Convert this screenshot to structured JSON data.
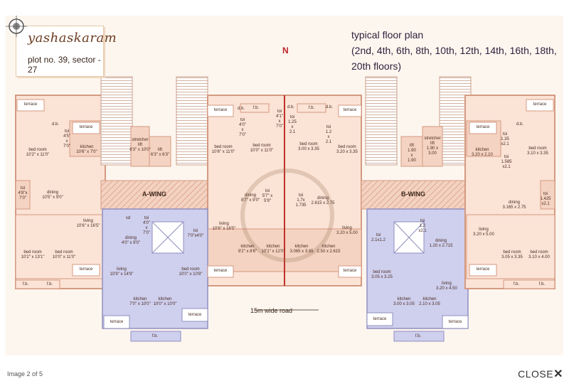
{
  "plan": {
    "brand": "yashaskaram",
    "address": "plot no. 39, sector - 27",
    "title_line1": "typical floor plan",
    "title_line2": "(2nd, 4th, 6th, 8th, 10th, 12th, 14th, 16th, 18th, 20th floors)",
    "north": "N",
    "road": "15m wide road",
    "wing_a": "A-WING",
    "wing_b": "B-WING",
    "rooms": {
      "a_terrace": "terrace",
      "a_bed1": "bed room\n10'2\" x 11'0\"",
      "a_db": "d.b.",
      "a_toi1": "toi\n4'5\"\nx\n7'0\"",
      "a_terrace2": "terrace",
      "a_kitchen": "kitchen\n10'6\" x 7'0\"",
      "a_toi2": "toi\n4'8\"x\n7'0\"",
      "a_dining": "dining\n10'5\" x 9'0\"",
      "a_living": "living\n10'6\" x 16'5\"",
      "a_bed2": "bed room\n10'2\" x 13'1\"",
      "a_bed3": "bed room\n10'0\" x 11'0\"",
      "a_fb1": "f.b.",
      "a_fb2": "f.b.",
      "a_terrace3": "terrace",
      "stretcher_lift": "stretcher\nlift\n6'3\" x 10'0\"",
      "lift": "lift\n6'3\" x 6'3\"",
      "c_bed1": "bed room\n10'6\" x 11'0\"",
      "c_db1": "d.b.",
      "c_toi1": "toi\n4'0\"\nx\n7'0\"",
      "c_bed2": "bed room\n10'0\" x 11'0\"",
      "c_toi2": "toi\n4'1\"\nx\n7'0\"",
      "c_fb": "f.b.",
      "c_db2": "d.b.",
      "c_fb2": "f.b.",
      "c_db3": "d.b.",
      "c_toi3": "toi\n1.25\nx\n2.1",
      "c_bed3": "bed room\n3.00 x 3.35",
      "c_toi4": "toi\n1.2\nx\n2.1",
      "c_terrace1": "terrace",
      "c_terrace2": "terrace",
      "c_bed4": "bed room\n3.20 x 3.35",
      "c_dining1": "dining\n8'7\" x 9'0\"",
      "c_toi5": "toi\n5'7\" x\n5'9\"",
      "c_toi6": "toi\n1.7x\n1.735",
      "c_dining2": "dining\n2.615 x 2.75",
      "c_living1": "living\n10'6\" x 16'5\"",
      "c_living2": "living\n3.20 x 5.00",
      "c_kitchen1": "kitchen\n9'2\" x 8'6\"",
      "c_kitchen2": "kitchen\n10'1\" x 12'0\"",
      "c_kitchen3": "kitchen\n3.065 x 3.65",
      "c_kitchen4": "kitchen\n2.50 x 2.615",
      "c_terrace3": "terrace",
      "c_terrace4": "terrace",
      "a2_sd": "sd",
      "a2_toi": "toi\n4'0\"\nx\n7'0\"",
      "a2_toi2": "toi\n7'0\"x4'0\"",
      "a2_dining": "dining\n4'0\" x 9'0\"",
      "a2_living": "living\n10'9\" x 14'9\"",
      "a2_bed": "bed room\n10'0\" x 10'8\"",
      "a2_kitchen1": "kitchen\n7'0\" x 10'0\"",
      "a2_kitchen2": "kitchen\n10'0\" x 10'0\"",
      "a2_terrace1": "terrace",
      "a2_terrace2": "terrace",
      "a2_fb": "f.b.",
      "b2_toi1": "toi\n2.1x1.2",
      "b2_toi2": "toi\n1.2\nx2.1",
      "b2_dining": "dining\n1.20 x 2.715",
      "b2_bed": "bed room\n3.05 x 3.25",
      "b2_living": "living\n3.20 x 4.50",
      "b2_kitchen1": "kitchen\n3.00 x 3.05",
      "b2_kitchen2": "kitchen\n2.10 x 3.05",
      "b2_terrace1": "terrace",
      "b2_terrace2": "terrace",
      "b2_fb": "f.b.",
      "b_lift": "lift\n1.90\nx\n1.90",
      "b_stretcher": "stretcher\nlift\n1.90 x\n3.00",
      "b_kitchen": "kitchen\n3.20 x 2.10",
      "b_terrace": "terrace",
      "b_toi1": "toi\n1.35\nx2.1",
      "b_toi2": "toi\n1.585\nx2.1",
      "b_db": "d.b.",
      "b_bed1": "bed room\n3.10 x 3.35",
      "b_terrace2": "terrace",
      "b_toi3": "toi\n1.425\nx2.1",
      "b_dining": "dining\n3.165 x 2.75",
      "b_living": "living\n3.20 x 5.00",
      "b_bed2": "bed room\n3.05 x 3.35",
      "b_bed3": "bed room\n3.10 x 4.00",
      "b_terrace3": "terrace",
      "b_fb1": "f.b.",
      "b_fb2": "f.b."
    }
  },
  "viewer": {
    "counter": "Image 2 of 5",
    "close_label": "CLOSE",
    "close_glyph": "✕"
  },
  "colors": {
    "wall": "#e7b59b",
    "room": "#fbe3d6",
    "room_alt": "#f5d3c2",
    "blue": "#cfcfee",
    "hatch": "#efc5b4"
  }
}
